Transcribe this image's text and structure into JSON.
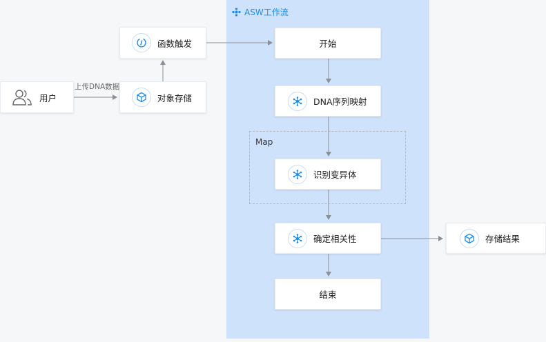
{
  "swimlane": {
    "title": "ASW工作流",
    "icon": "workflow-icon"
  },
  "map_group": {
    "label": "Map"
  },
  "nodes": {
    "user": {
      "label": "用户",
      "icon": "users-icon"
    },
    "function_trigger": {
      "label": "函数触发",
      "icon": "function-icon"
    },
    "object_storage": {
      "label": "对象存储",
      "icon": "cube-icon"
    },
    "start": {
      "label": "开始"
    },
    "dna_mapping": {
      "label": "DNA序列映射",
      "icon": "batch-compute-icon"
    },
    "identify_variants": {
      "label": "识别变异体",
      "icon": "batch-compute-icon"
    },
    "determine_correlation": {
      "label": "确定相关性",
      "icon": "batch-compute-icon"
    },
    "end": {
      "label": "结束"
    },
    "store_results": {
      "label": "存储结果",
      "icon": "cube-icon"
    }
  },
  "edges": {
    "upload_label": "上传DNA数据"
  },
  "colors": {
    "accent": "#1a8ce8",
    "lane_background": "#cfe2fc",
    "arrow": "#8a8f98"
  }
}
